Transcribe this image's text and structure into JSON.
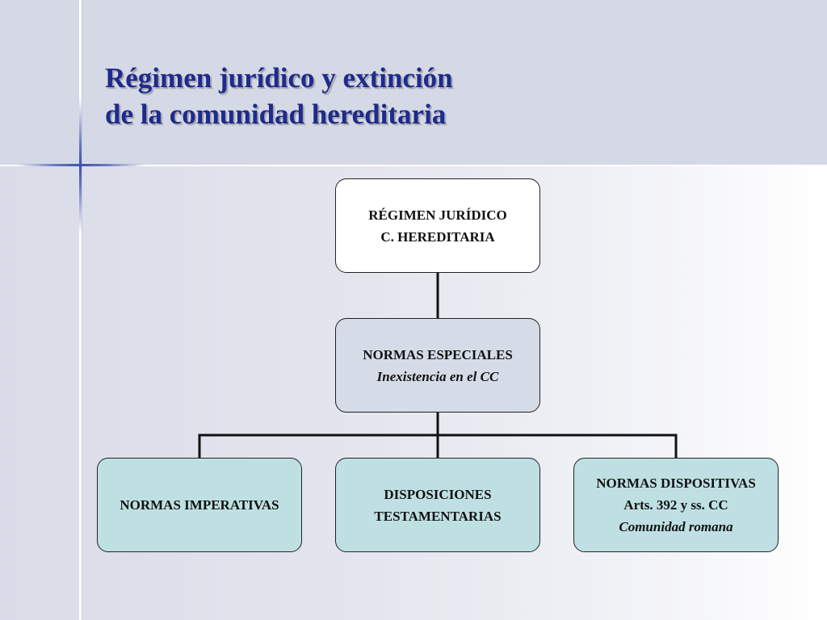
{
  "title": {
    "line1": "Régimen jurídico y extinción",
    "line2": "de la comunidad hereditaria"
  },
  "diagram": {
    "root": {
      "line1": "RÉGIMEN JURÍDICO",
      "line2": "C. HEREDITARIA"
    },
    "middle": {
      "line1": "NORMAS ESPECIALES",
      "line2": "Inexistencia en el CC"
    },
    "children": [
      {
        "line1": "NORMAS IMPERATIVAS"
      },
      {
        "line1": "DISPOSICIONES",
        "line2": "TESTAMENTARIAS"
      },
      {
        "line1": "NORMAS DISPOSITIVAS",
        "line2": "Arts. 392 y ss. CC",
        "line3": "Comunidad romana"
      }
    ]
  },
  "colors": {
    "title": "#1f2a8c",
    "header_band": "#d5d9e5",
    "root_fill": "#ffffff",
    "middle_fill": "#d6dbe8",
    "child_fill": "#bfe0e3",
    "decor_accent": "#3e50a8"
  }
}
